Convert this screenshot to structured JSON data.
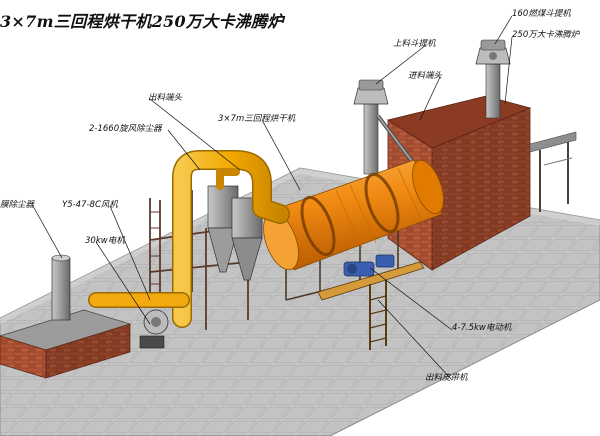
{
  "title": "3×7m三回程烘干机250万大卡沸腾炉",
  "labels": {
    "coal_elevator": "160燃煤斗提机",
    "boiling_furnace": "250万大卡沸腾炉",
    "feed_elevator": "上料斗提机",
    "feed_head": "进料端头",
    "discharge_head": "出料端头",
    "dryer": "3×7m三回程烘干机",
    "cyclone": "2-1660旋风除尘器",
    "water_film": "膜除尘器",
    "fan": "Y5-47-8C风机",
    "fan_motor": "30kw电机",
    "drive_motor": "4-7.5kw电动机",
    "belt_conveyor": "出料皮带机"
  },
  "colors": {
    "drum": "#f08a12",
    "pipe": "#f4b400",
    "brick": "#a24a2c",
    "floor": "#c9c9c9",
    "steel": "#555555"
  }
}
